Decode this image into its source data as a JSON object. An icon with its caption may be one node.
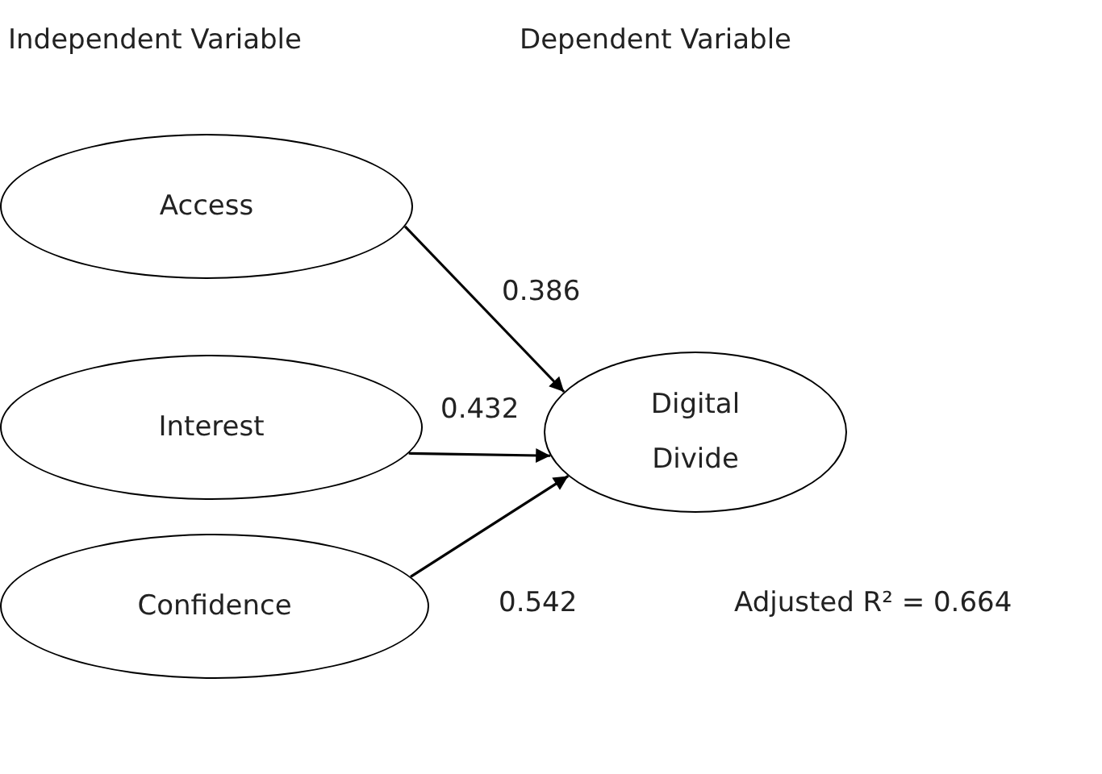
{
  "diagram": {
    "nodes": [
      {
        "text": [
          "Access"
        ]
      },
      {
        "text": [
          "Interest"
        ]
      },
      {
        "text": [
          "Confidence"
        ]
      },
      {
        "text": [
          "Digital Divide"
        ]
      }
    ],
    "edges": [
      {
        "from": 0,
        "to": 3,
        "arrow": "to",
        "label": "0.386"
      },
      {
        "from": 1,
        "to": 3,
        "arrow": "to",
        "label": "0.432"
      },
      {
        "from": 2,
        "to": 3,
        "arrow": "to",
        "label": "0.542"
      }
    ],
    "labels": [
      "Independent Variable",
      "Dependent Variable",
      "Adjusted R² = 0.664"
    ]
  }
}
